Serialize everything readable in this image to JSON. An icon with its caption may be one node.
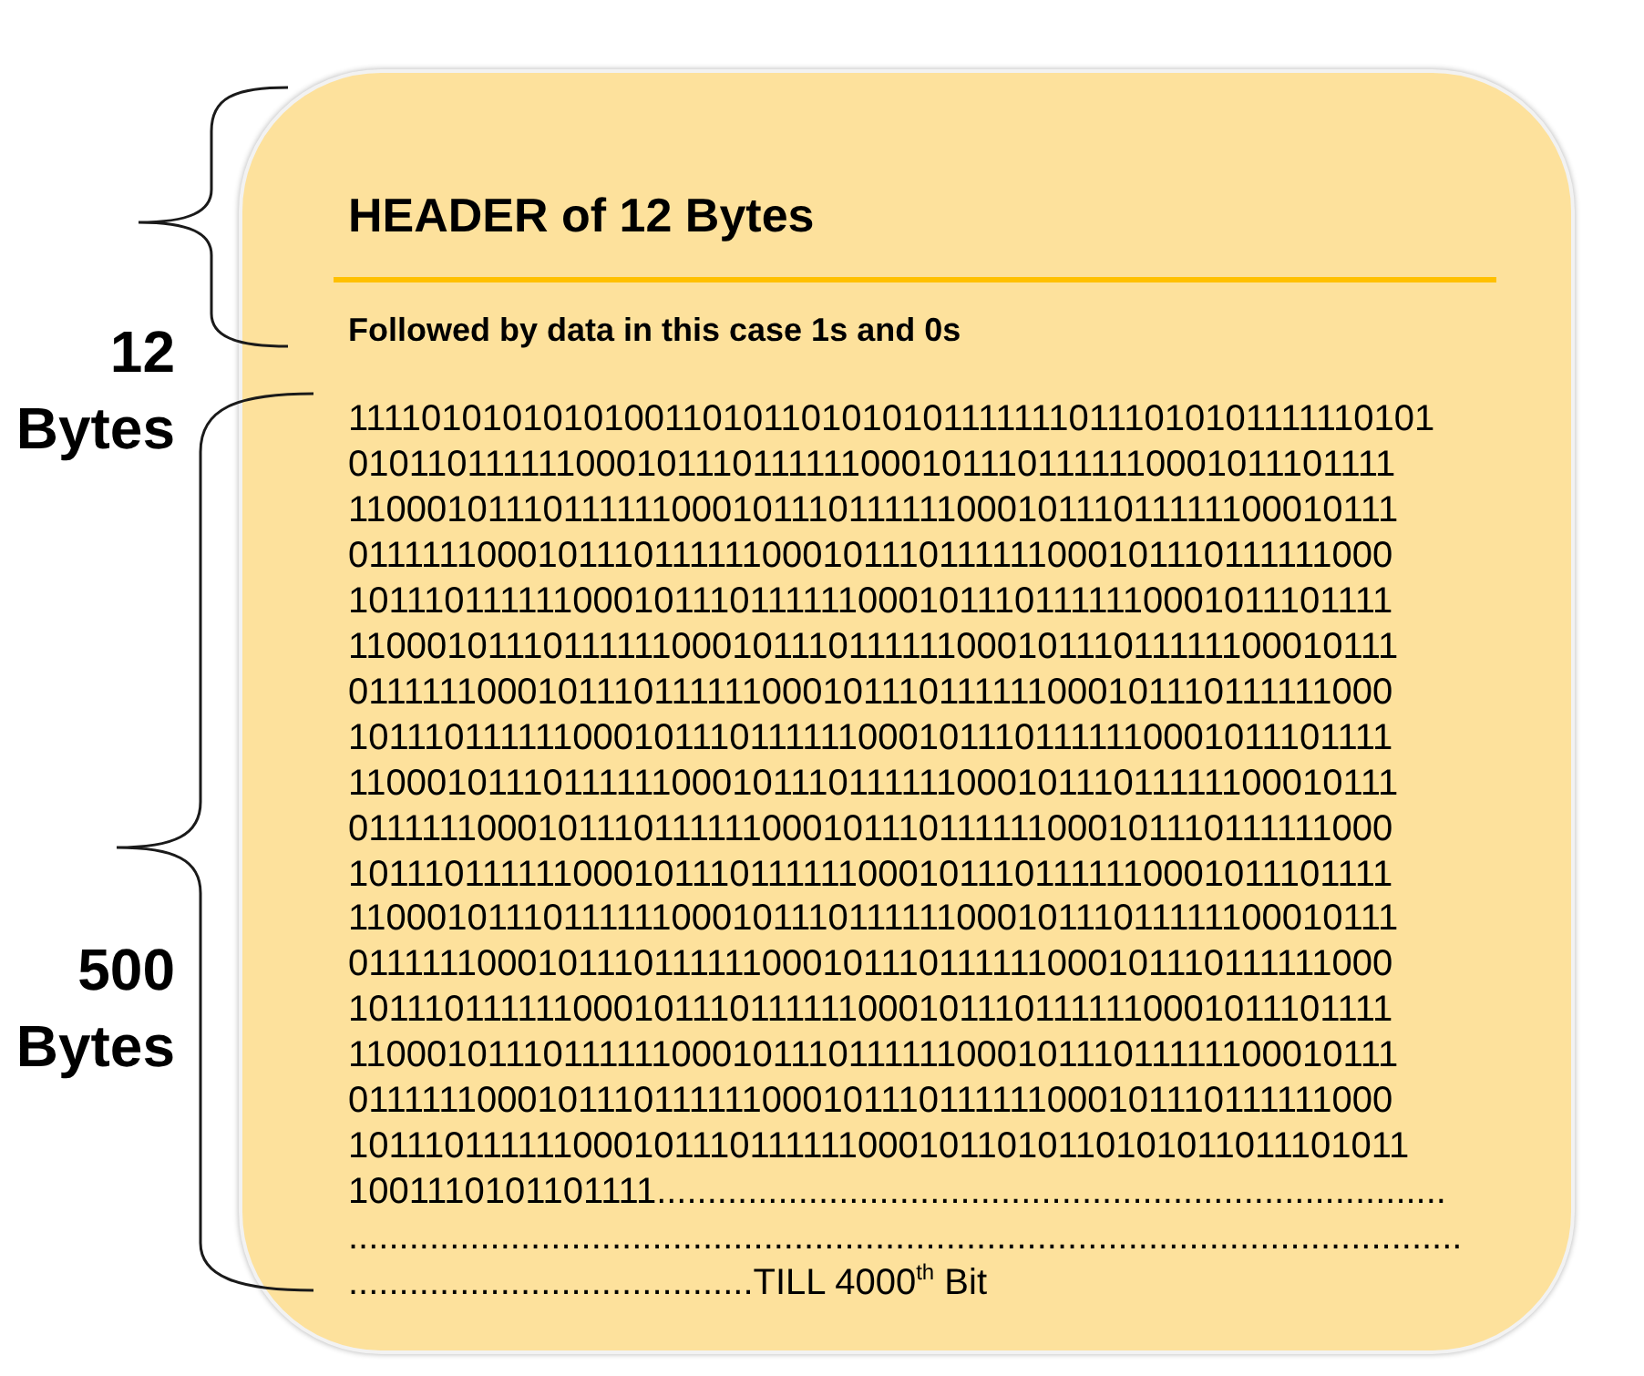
{
  "diagram": {
    "nodes": [
      {
        "text": [
          "HEADER of 12 Bytes",
          "Followed by data in this case 1s and 0s",
          "11110101010101001101011010101011111110111010101111110101 0101101111110001011101111110001011101111110001011101111 1100010111011111100010111011111100010111011111100010111 0111111000101110111111000101110111111000101110111111000 1011101111110001011101111110001011101111110001011101111 1100010111011111100010111011111100010111011111100010111 0111111000101110111111000101110111111000101110111111000 1011101111110001011101111110001011101111110001011101111 1100010111011111100010111011111100010111011111100010111 0111111000101110111111000101110111111000101110111111000 1011101111110001011101111110001011101111110001011101111 1100010111011111100010111011111100010111011111100010111 0111111000101110111111000101110111111000101110111111000 1011101111110001011101111110001011101111110001011101111 1100010111011111100010111011111100010111011111100010111 0111111000101110111111000101110111111000101110111111000 1011101111110001011101111110001011010110101011011101011 1001110101101111.............................................................................. .............................................................................................................. ........................................TILL 4000$^{th}$ Bit"
        ]
      }
    ],
    "labels": [
      "12 Bytes",
      "500 Bytes"
    ]
  }
}
